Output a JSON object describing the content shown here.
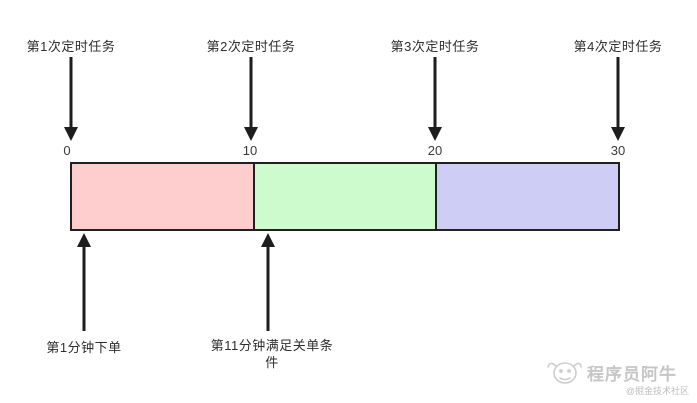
{
  "diagram": {
    "tasks": [
      {
        "label": "第1次定时任务",
        "tick": "0"
      },
      {
        "label": "第2次定时任务",
        "tick": "10"
      },
      {
        "label": "第3次定时任务",
        "tick": "20"
      },
      {
        "label": "第4次定时任务",
        "tick": "30"
      }
    ],
    "segments": [
      {
        "range": "0-10",
        "color": "#fecdcd"
      },
      {
        "range": "10-20",
        "color": "#cdfbcd"
      },
      {
        "range": "20-30",
        "color": "#cecdf5"
      }
    ],
    "bar_border_color": "#202020",
    "arrow_color": "#1d1d1d",
    "events": [
      {
        "label": "第1分钟下单"
      },
      {
        "label": "第11分钟满足关单条件"
      }
    ]
  },
  "watermark": {
    "name": "程序员阿牛",
    "subtitle": "@掘金技术社区"
  }
}
